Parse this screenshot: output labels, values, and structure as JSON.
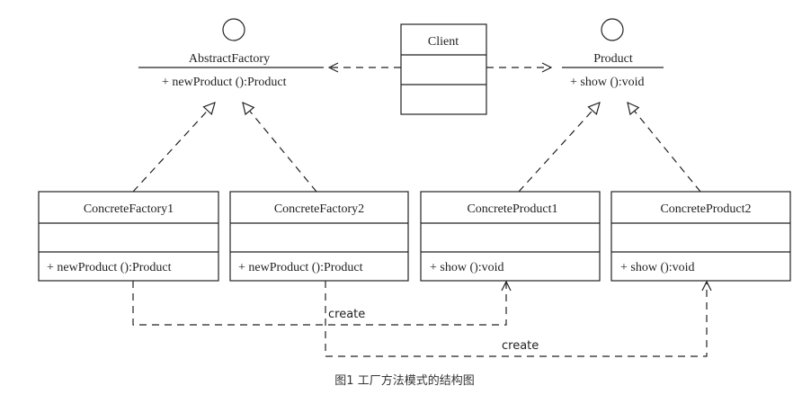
{
  "interfaces": {
    "abstract_factory": {
      "name": "AbstractFactory",
      "method": "+ newProduct ():Product"
    },
    "product": {
      "name": "Product",
      "method": "+ show ():void"
    }
  },
  "client": {
    "name": "Client"
  },
  "classes": {
    "concrete_factory1": {
      "name": "ConcreteFactory1",
      "method": "+ newProduct ():Product"
    },
    "concrete_factory2": {
      "name": "ConcreteFactory2",
      "method": "+ newProduct ():Product"
    },
    "concrete_product1": {
      "name": "ConcreteProduct1",
      "method": "+ show ():void"
    },
    "concrete_product2": {
      "name": "ConcreteProduct2",
      "method": "+ show ():void"
    }
  },
  "relations": {
    "create1": "create",
    "create2": "create"
  },
  "caption": "图1 工厂方法模式的结构图"
}
